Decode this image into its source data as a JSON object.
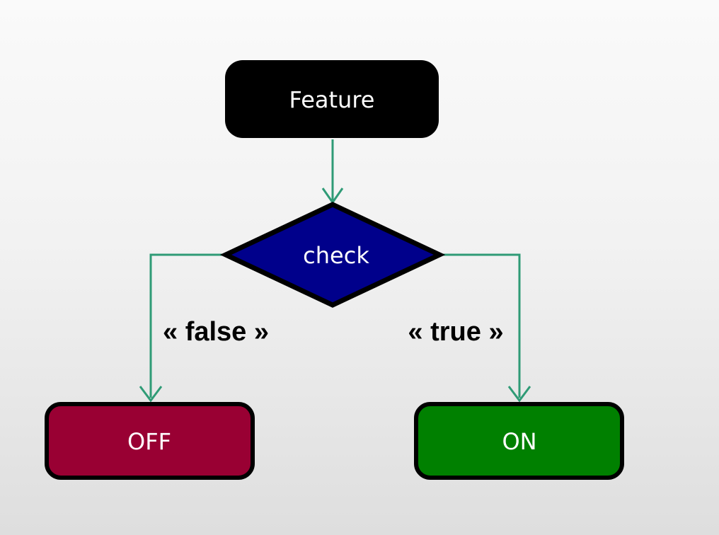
{
  "diagram": {
    "type": "flowchart",
    "nodes": {
      "feature": {
        "label": "Feature",
        "shape": "rounded-rect",
        "fill": "#000000",
        "text_color": "#ffffff"
      },
      "check": {
        "label": "check",
        "shape": "diamond",
        "fill": "#00008B",
        "text_color": "#ffffff"
      },
      "off": {
        "label": "OFF",
        "shape": "rounded-rect",
        "fill": "#990033",
        "text_color": "#ffffff"
      },
      "on": {
        "label": "ON",
        "shape": "rounded-rect",
        "fill": "#008000",
        "text_color": "#ffffff"
      }
    },
    "edges": {
      "feature_to_check": {
        "from": "feature",
        "to": "check",
        "label": ""
      },
      "false_branch": {
        "from": "check",
        "to": "off",
        "label": "« false »"
      },
      "true_branch": {
        "from": "check",
        "to": "on",
        "label": "« true »"
      }
    }
  },
  "colors": {
    "background_top": "#fafafa",
    "background_bottom": "#dedede",
    "node_black": "#000000",
    "diamond_fill": "#00008B",
    "off_fill": "#990033",
    "on_fill": "#008000",
    "node_border": "#000000",
    "node_text": "#ffffff",
    "edge_color": "#2F9B76",
    "edge_label_color": "#000000"
  }
}
